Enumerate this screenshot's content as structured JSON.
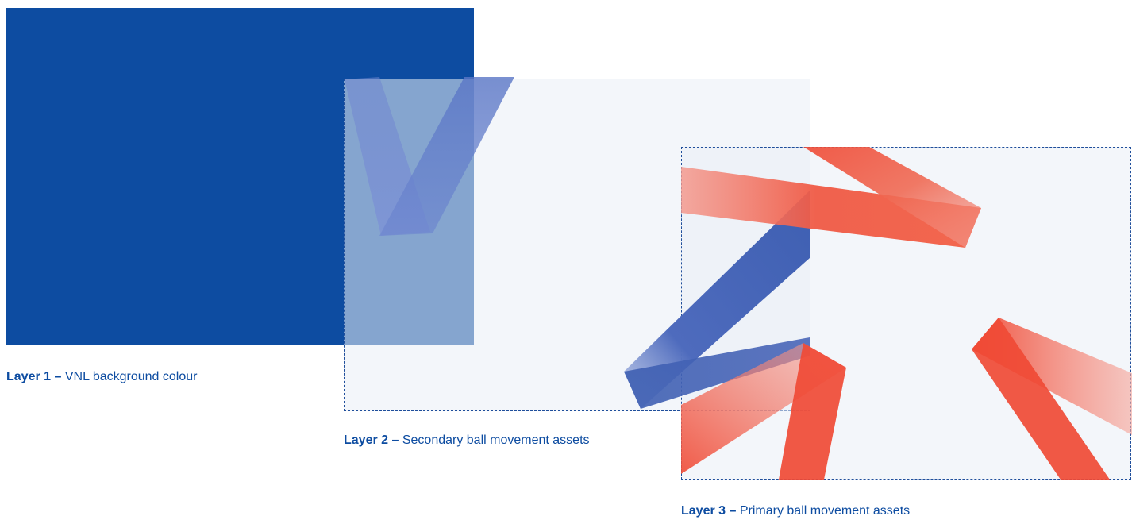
{
  "colors": {
    "vnl_blue": "#0d4ca1",
    "ribbon_blue": "#4a66b8",
    "ribbon_red": "#f04a35",
    "frame_dash": "#1f4e9b"
  },
  "layers": [
    {
      "number": "Layer 1 –",
      "description": "VNL background colour"
    },
    {
      "number": "Layer 2 –",
      "description": "Secondary ball movement assets"
    },
    {
      "number": "Layer 3 –",
      "description": "Primary ball movement assets"
    }
  ]
}
